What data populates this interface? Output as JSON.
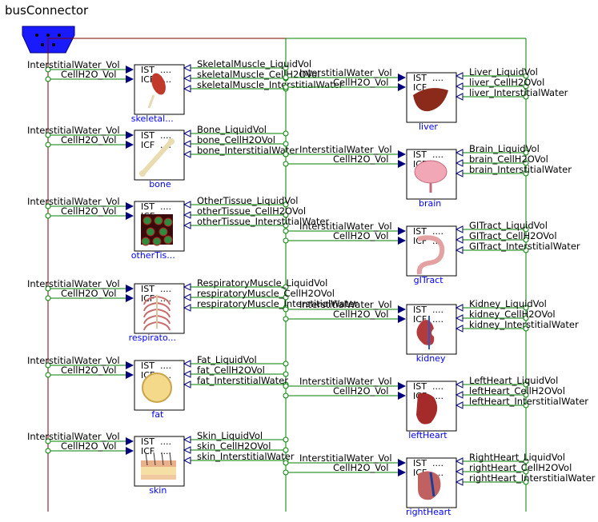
{
  "diagram": {
    "title": "busConnector",
    "colors": {
      "wire": "#007f00",
      "bus": "#7f0000",
      "busIcon": "#1a1aff",
      "arrow": "#00007f",
      "name": "#0000ff"
    },
    "organs": [
      {
        "name": "skeletal...",
        "icon": "muscle-icon",
        "liquid": "SkeletalMuscle_LiquidVol",
        "cell": "skeletalMuscle_CellH2OVol",
        "inter": "skeletalMuscle_InterstitialWater"
      },
      {
        "name": "bone",
        "icon": "bone-icon",
        "liquid": "Bone_LiquidVol",
        "cell": "bone_CellH2OVol",
        "inter": "bone_InterstitialWater"
      },
      {
        "name": "otherTis...",
        "icon": "cells-icon",
        "liquid": "OtherTissue_LiquidVol",
        "cell": "otherTissue_CellH2OVol",
        "inter": "otherTissue_InterstitialWater"
      },
      {
        "name": "respirato...",
        "icon": "ribcage-icon",
        "liquid": "RespiratoryMuscle_LiquidVol",
        "cell": "respiratoryMuscle_CellH2OVol",
        "inter": "respiratoryMuscle_InterstitialWater"
      },
      {
        "name": "fat",
        "icon": "fat-cell-icon",
        "liquid": "Fat_LiquidVol",
        "cell": "fat_CellH2OVol",
        "inter": "fat_InterstitialWater"
      },
      {
        "name": "skin",
        "icon": "skin-icon",
        "liquid": "Skin_LiquidVol",
        "cell": "skin_CellH2OVol",
        "inter": "skin_InterstitialWater"
      },
      {
        "name": "liver",
        "icon": "liver-icon",
        "liquid": "Liver_LiquidVol",
        "cell": "liver_CellH2OVol",
        "inter": "liver_InterstitialWater"
      },
      {
        "name": "brain",
        "icon": "brain-icon",
        "liquid": "Brain_LiquidVol",
        "cell": "brain_CellH2OVol",
        "inter": "brain_InterstitialWater"
      },
      {
        "name": "gITract",
        "icon": "intestine-icon",
        "liquid": "GITract_LiquidVol",
        "cell": "GITract_CellH2OVol",
        "inter": "GITract_InterstitialWater"
      },
      {
        "name": "kidney",
        "icon": "kidney-icon",
        "liquid": "Kidney_LiquidVol",
        "cell": "kidney_CellH2OVol",
        "inter": "kidney_InterstitialWater"
      },
      {
        "name": "leftHeart",
        "icon": "heart-left-icon",
        "liquid": "LeftHeart_LiquidVol",
        "cell": "leftHeart_CellH2OVol",
        "inter": "leftHeart_InterstitialWater"
      },
      {
        "name": "rightHeart",
        "icon": "heart-right-icon",
        "liquid": "RightHeart_LiquidVol",
        "cell": "rightHeart_CellH2OVol",
        "inter": "rightHeart_InterstitialWater"
      }
    ],
    "input_labels": {
      "interstitial": "InterstitialWater_Vol",
      "cell": "CellH2O_Vol"
    },
    "port_labels": {
      "ist": "IST",
      "icf": "ICF",
      "dots": "...."
    }
  }
}
